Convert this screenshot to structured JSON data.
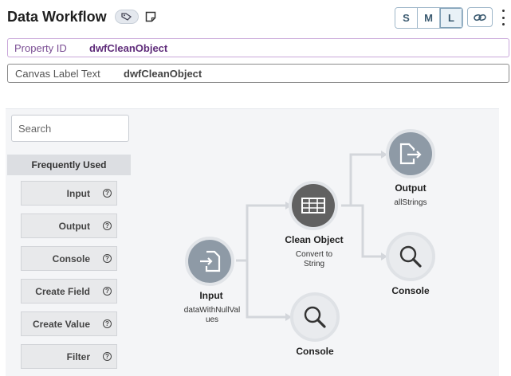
{
  "header": {
    "title": "Data Workflow",
    "size_buttons": [
      "S",
      "M",
      "L"
    ],
    "active_size": "L"
  },
  "properties": {
    "property_id_label": "Property ID",
    "property_id_value": "dwfCleanObject",
    "canvas_label_label": "Canvas Label Text",
    "canvas_label_value": "dwfCleanObject"
  },
  "sidebar": {
    "search_placeholder": "Search",
    "section_title": "Frequently Used",
    "help_glyph": "?",
    "blocks": [
      {
        "label": "Input"
      },
      {
        "label": "Output"
      },
      {
        "label": "Console"
      },
      {
        "label": "Create Field"
      },
      {
        "label": "Create Value"
      },
      {
        "label": "Filter"
      }
    ]
  },
  "canvas": {
    "nodes": {
      "input": {
        "title": "Input",
        "subtitle_line1": "dataWithNullVal",
        "subtitle_line2": "ues"
      },
      "clean_object": {
        "title": "Clean Object",
        "subtitle_line1": "Convert to",
        "subtitle_line2": "String"
      },
      "output": {
        "title": "Output",
        "subtitle": "allStrings"
      },
      "console_top": {
        "title": "Console"
      },
      "console_bottom": {
        "title": "Console"
      }
    }
  },
  "colors": {
    "node_gray": "#8e9aa6",
    "node_dark": "#616161",
    "node_light": "#e9ebee",
    "connector": "#d3d6db",
    "accent_purple": "#7b4e94"
  }
}
